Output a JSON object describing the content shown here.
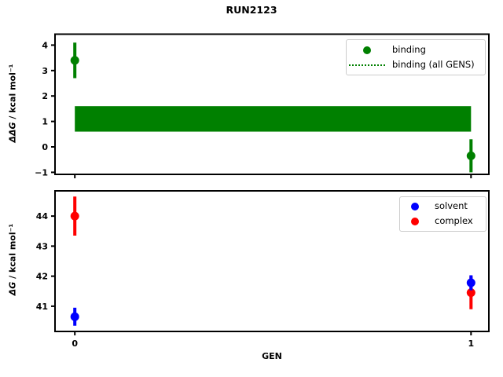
{
  "figure": {
    "title": "RUN2123",
    "background_color": "#ffffff",
    "text_color": "#000000"
  },
  "chart_data": [
    {
      "type": "scatter",
      "panel": "top",
      "title": "RUN2123",
      "ylabel": "ΔΔG / kcal mol⁻¹",
      "ylabel_sym": "ΔΔG",
      "ylabel_rest": " / kcal mol⁻¹",
      "xlabel": "",
      "xlim": [
        -0.05,
        1.045
      ],
      "ylim": [
        -1.08,
        4.43
      ],
      "xticks": [
        0,
        1
      ],
      "xticklabels": [
        "",
        ""
      ],
      "yticks": [
        -1,
        0,
        1,
        2,
        3,
        4
      ],
      "yticklabels": [
        "−1",
        "0",
        "1",
        "2",
        "3",
        "4"
      ],
      "grid": false,
      "series": [
        {
          "name": "binding",
          "color": "#008000",
          "marker": "circle",
          "x": [
            0,
            1
          ],
          "y": [
            3.4,
            -0.35
          ],
          "yerr": [
            0.7,
            0.65
          ]
        }
      ],
      "band": {
        "name": "binding (all GENS)",
        "color": "#008000",
        "legend_style": "dotted",
        "x_range": [
          0,
          1
        ],
        "y_range": [
          0.6,
          1.6
        ],
        "center": 1.1
      },
      "legend": {
        "position": "upper right",
        "entries": [
          "binding",
          "binding (all GENS)"
        ]
      }
    },
    {
      "type": "scatter",
      "panel": "bottom",
      "ylabel": "ΔG / kcal mol⁻¹",
      "ylabel_sym": "ΔG",
      "ylabel_rest": " / kcal mol⁻¹",
      "xlabel": "GEN",
      "xlim": [
        -0.05,
        1.045
      ],
      "ylim": [
        40.16,
        44.84
      ],
      "xticks": [
        0,
        1
      ],
      "xticklabels": [
        "0",
        "1"
      ],
      "yticks": [
        41,
        42,
        43,
        44
      ],
      "yticklabels": [
        "41",
        "42",
        "43",
        "44"
      ],
      "grid": false,
      "series": [
        {
          "name": "solvent",
          "color": "#0000ff",
          "marker": "circle",
          "x": [
            0,
            1
          ],
          "y": [
            40.65,
            41.78
          ],
          "yerr": [
            0.3,
            0.25
          ]
        },
        {
          "name": "complex",
          "color": "#ff0000",
          "marker": "circle",
          "x": [
            0,
            1
          ],
          "y": [
            44.0,
            41.45
          ],
          "yerr": [
            0.65,
            0.55
          ]
        }
      ],
      "legend": {
        "position": "upper right",
        "entries": [
          "solvent",
          "complex"
        ]
      }
    }
  ]
}
